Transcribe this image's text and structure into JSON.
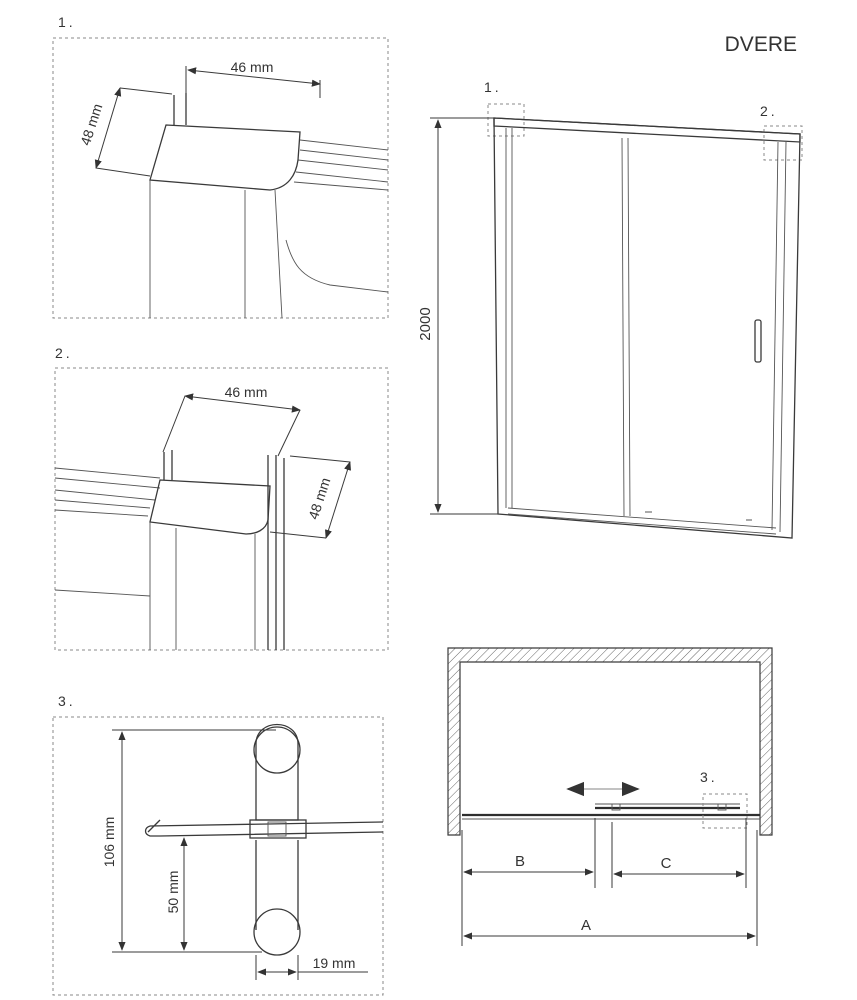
{
  "title": "DVERE",
  "detail1": {
    "number": "1.",
    "width": "46 mm",
    "height": "48 mm"
  },
  "detail2": {
    "number": "2.",
    "width": "46 mm",
    "height": "48 mm"
  },
  "detail3": {
    "number": "3.",
    "total_height": "106 mm",
    "offset": "50 mm",
    "width": "19 mm"
  },
  "door": {
    "height": "2000",
    "callout1": "1.",
    "callout2": "2."
  },
  "plan": {
    "callout3": "3.",
    "dim_a": "A",
    "dim_b": "B",
    "dim_c": "C"
  }
}
